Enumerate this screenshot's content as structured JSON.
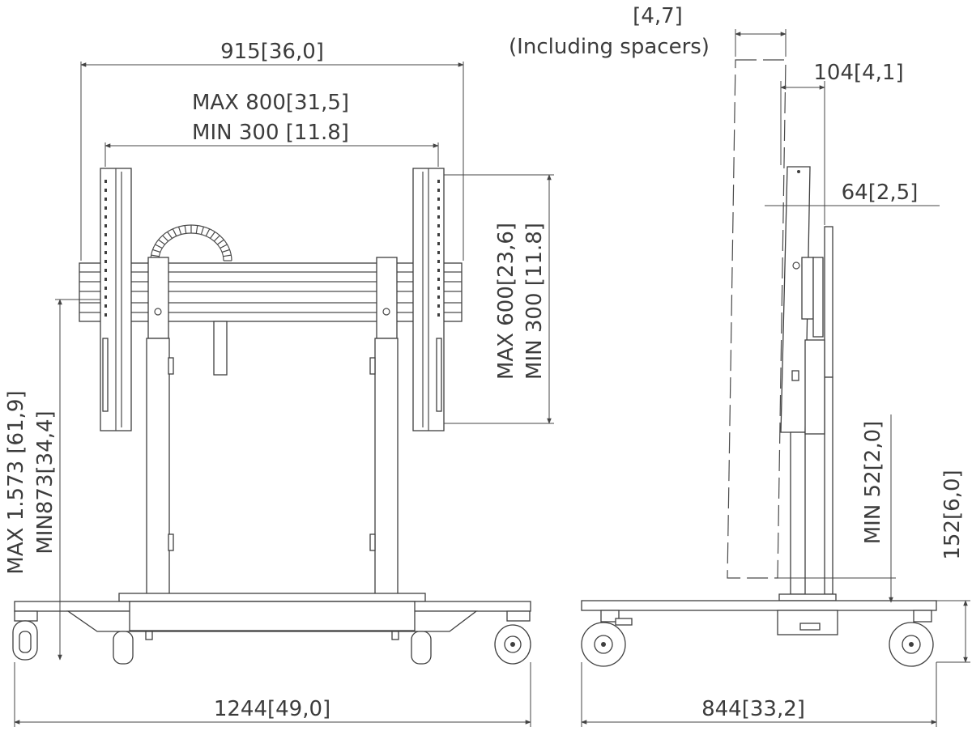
{
  "front_view": {
    "dim_width": "915[36,0]",
    "dim_max_800": "MAX 800[31,5]",
    "dim_min_300": "MIN 300 [11.8]",
    "dim_vert_max_600": "MAX 600[23,6]",
    "dim_vert_min_300": "MIN 300 [11.8]",
    "dim_height_max": "MAX 1.573 [61,9]",
    "dim_height_min": "MIN873[34,4]",
    "dim_base_width": "1244[49,0]"
  },
  "side_view": {
    "dim_spacer": "[4,7]",
    "dim_spacer_note": "(Including spacers)",
    "dim_104": "104[4,1]",
    "dim_64": "64[2,5]",
    "dim_min_52": "MIN 52[2,0]",
    "dim_152": "152[6,0]",
    "dim_base_depth": "844[33,2]"
  }
}
